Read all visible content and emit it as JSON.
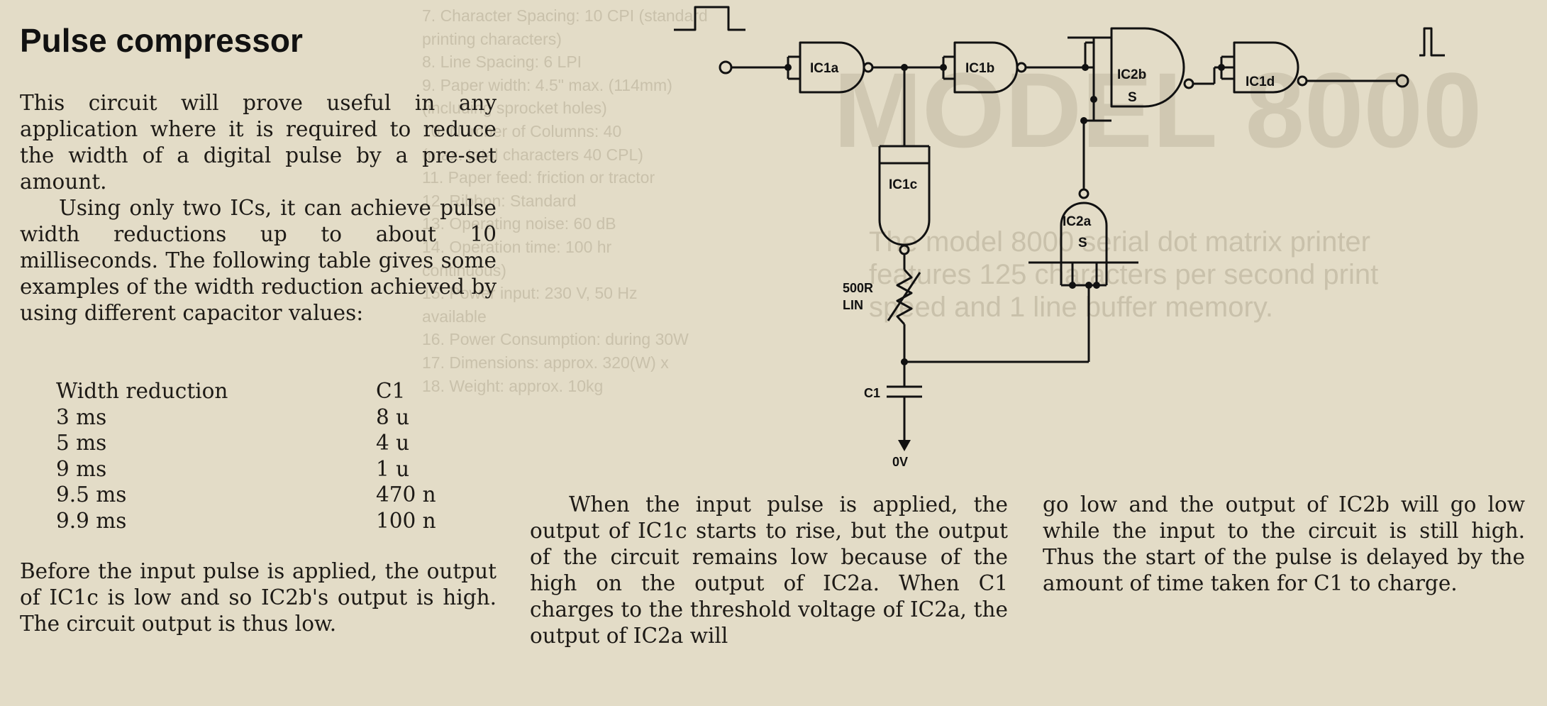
{
  "article": {
    "title": "Pulse compressor",
    "intro": "This circuit will prove useful in any application where it is required to reduce the width of a digital pulse by a pre-set amount.",
    "paragraph2": "Using only two ICs, it can achieve pulse width reductions up to about 10 milliseconds. The following table gives some examples of the width reduction achieved by using different capacitor values:",
    "table": {
      "headers": [
        "Width reduction",
        "C1"
      ],
      "rows": [
        [
          "3 ms",
          "8 u"
        ],
        [
          "5 ms",
          "4 u"
        ],
        [
          "9 ms",
          "1 u"
        ],
        [
          "9.5 ms",
          "470 n"
        ],
        [
          "9.9 ms",
          "100 n"
        ]
      ]
    },
    "paragraph3": "Before the input pulse is applied, the output of IC1c is low and so IC2b's output is high. The circuit output is thus low.",
    "paragraph4": "When the input pulse is applied, the output of IC1c starts to rise, but the output of the circuit remains low because of the high on the output of IC2a. When C1 charges to the threshold voltage of IC2a, the output of IC2a will",
    "paragraph5": "go low and the output of IC2b will go low while the input to the circuit is still high. Thus the start of the pulse is delayed by the amount of time taken for C1 to charge."
  },
  "schematic": {
    "gates": {
      "ic1a": "IC1a",
      "ic1b": "IC1b",
      "ic1c": "IC1c",
      "ic1d": "IC1d",
      "ic2a": "IC2a",
      "ic2b": "IC2b",
      "schmitt": "S"
    },
    "resistor": {
      "value": "500R",
      "type": "LIN"
    },
    "capacitor": "C1",
    "ground": "0V"
  },
  "bleed_through": {
    "list_items": [
      "7. Character Spacing: 10 CPI (standard",
      "printing characters)",
      "8. Line Spacing: 6 LPI",
      "9. Paper width: 4.5\" max. (114mm)",
      "(including sprocket holes)",
      "10. Number of Columns: 40",
      "(max. total characters 40 CPL)",
      "11. Paper feed: friction or tractor",
      "12. Ribbon: Standard",
      "13. Operating noise: 60 dB",
      "14. Operation time: 100 hr",
      "continuous)",
      "15. Power input: 230 V, 50 Hz",
      "available",
      "16. Power Consumption: during 30W",
      "17. Dimensions: approx. 320(W) x",
      "18. Weight: approx. 10kg"
    ],
    "headline": "MODEL 8000",
    "blurb": [
      "The model 8000 serial dot matrix printer",
      "features 125 characters per second print",
      "speed and 1 line buffer memory."
    ]
  }
}
